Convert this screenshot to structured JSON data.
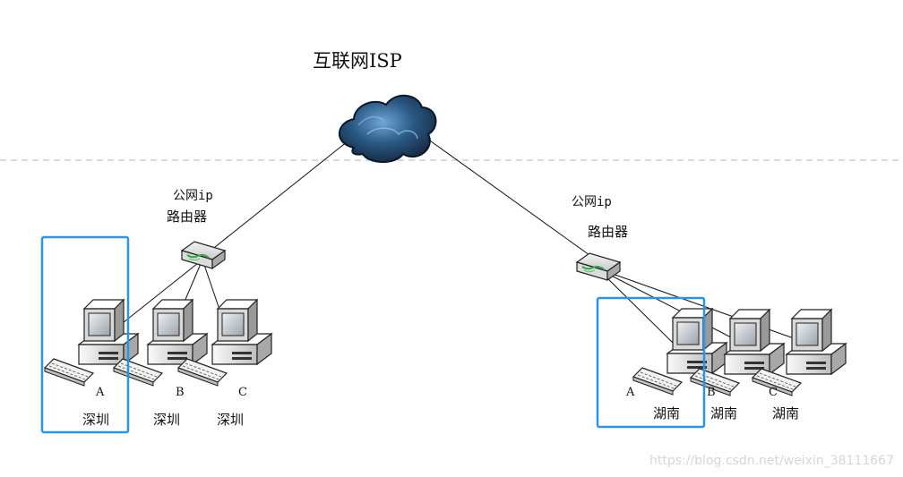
{
  "title": "互联网ISP",
  "colors": {
    "divider": "#b5b5b5",
    "highlight": "#2a95e8",
    "link": "#111111",
    "cloud_dark": "#0f1f33",
    "cloud_mid": "#2b5a86",
    "cloud_light": "#9fc8ea"
  },
  "icons": {
    "cloud": "cloud-icon",
    "router": "router-icon",
    "computer": "computer-icon"
  },
  "left_site": {
    "router_labels": [
      "公网ip",
      "路由器"
    ],
    "hosts": [
      {
        "letter": "A",
        "city": "深圳"
      },
      {
        "letter": "B",
        "city": "深圳"
      },
      {
        "letter": "C",
        "city": "深圳"
      }
    ]
  },
  "right_site": {
    "router_labels": [
      "公网ip",
      "路由器"
    ],
    "hosts": [
      {
        "letter": "A",
        "city": "湖南"
      },
      {
        "letter": "B",
        "city": "湖南"
      },
      {
        "letter": "C",
        "city": "湖南"
      }
    ]
  },
  "watermark": "https://blog.csdn.net/weixin_38111667"
}
